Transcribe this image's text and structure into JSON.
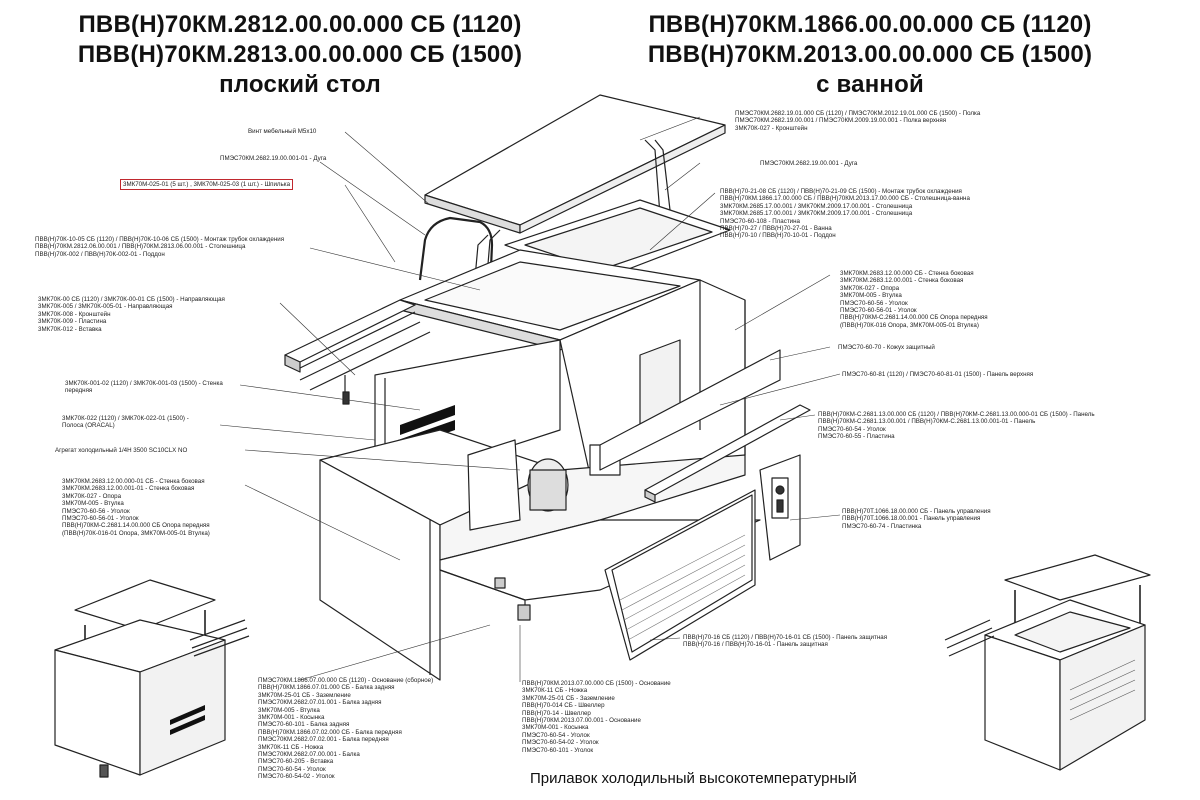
{
  "titles": {
    "left": [
      "ПВВ(Н)70КМ.2812.00.00.000 СБ (1120)",
      "ПВВ(Н)70КМ.2813.00.00.000 СБ (1500)",
      "плоский стол"
    ],
    "right": [
      "ПВВ(Н)70КМ.1866.00.00.000 СБ (1120)",
      "ПВВ(Н)70КМ.2013.00.00.000 СБ (1500)",
      "с ванной"
    ]
  },
  "caption": "Прилавок холодильный высокотемпературный",
  "labels": {
    "vint": [
      "Винт мебельный М5х10"
    ],
    "duga_left": [
      "ПМЭС70КМ.2682.19.00.001-01 - Дуга"
    ],
    "shpilka": [
      "3МК70М-025-01 (5 шт.) , 3МК70М-025-03 (1 шт.) - Шпилька"
    ],
    "montazh_left": [
      "ПВВ(Н)70К-10-05 СБ (1120) / ПВВ(Н)70К-10-06 СБ (1500) - Монтаж трубок охлаждения",
      "ПВВ(Н)70КМ.2812.06.00.001 / ПВВ(Н)70КМ.2813.06.00.001 - Столешница",
      "ПВВ(Н)70К-002 / ПВВ(Н)70К-002-01 - Поддон"
    ],
    "napravl": [
      "3МК70К-00 СБ (1120) / 3МК70К-00-01 СБ (1500) - Направляющая",
      "3МК70К-005 / 3МК70К-005-01 - Направляющая",
      "3МК70К-008 - Кронштейн",
      "3МК70К-009 - Пластина",
      "3МК70К-012 - Вставка"
    ],
    "stenka_perednyaya": [
      "3МК70К-001-02 (1120) / 3МК70К-001-03 (1500) - Стенка",
      "передняя"
    ],
    "polosa": [
      "3МК70К-022 (1120) / 3МК70К-022-01 (1500) -",
      "Полоса (ORACAL)"
    ],
    "agregat": [
      "Агрегат холодильный 1/4Н 3500 SC10CLX NO"
    ],
    "stenka_bok_left": [
      "3МК70КМ.2683.12.00.000-01 СБ - Стенка боковая",
      "3МК70КМ.2683.12.00.001-01 - Стенка боковая",
      "3МК70К-027 - Опора",
      "3МК70М-005 - Втулка",
      "ПМЭС70-60-56 - Уголок",
      "ПМЭС70-60-56-01 - Уголок",
      "ПВВ(Н)70КМ-С.2681.14.00.000 СБ Опора передняя",
      "(ПВВ(Н)70К-016-01 Опора, 3МК70М-005-01 Втулка)"
    ],
    "polka": [
      "ПМЭС70КМ.2682.19.01.000 СБ (1120) / ПМЭС70КМ.2012.19.01.000 СБ (1500) - Полка",
      "ПМЭС70КМ.2682.19.00.001 / ПМЭС70КМ.2009.19.00.001 - Полка верхняя",
      "3МК70К-027 - Кронштейн"
    ],
    "duga_right": [
      "ПМЭС70КМ.2682.19.00.001 - Дуга"
    ],
    "montazh_right": [
      "ПВВ(Н)70-21-08 СБ (1120) / ПВВ(Н)70-21-09 СБ (1500) - Монтаж трубок охлаждения",
      "ПВВ(Н)70КМ.1866.17.00.000 СБ / ПВВ(Н)70КМ.2013.17.00.000 СБ - Столешница-ванна",
      "3МК70КМ.2685.17.00.001 / 3МК70КМ.2009.17.00.001 - Столешница",
      "3МК70КМ.2685.17.00.001 / 3МК70КМ.2009.17.00.001 - Столешница",
      "ПМЭС70-60-108 - Пластина",
      "ПВВ(Н)70-27 / ПВВ(Н)70-27-01 - Ванна",
      "ПВВ(Н)70-10 / ПВВ(Н)70-10-01 - Поддон"
    ],
    "stenka_bok_right": [
      "3МК70КМ.2683.12.00.000 СБ - Стенка боковая",
      "3МК70КМ.2683.12.00.001 - Стенка боковая",
      "3МК70К-027 - Опора",
      "3МК70М-005 - Втулка",
      "ПМЭС70-60-56 - Уголок",
      "ПМЭС70-60-56-01 - Уголок",
      "ПВВ(Н)70КМ-С.2681.14.00.000 СБ Опора передняя",
      "(ПВВ(Н)70К-016 Опора, 3МК70М-005-01 Втулка)"
    ],
    "kozhuh": [
      "ПМЭС70-60-70 - Кожух защитный"
    ],
    "panel_verh": [
      "ПМЭС70-60-81 (1120) / ПМЭС70-60-81-01 (1500) - Панель верхняя"
    ],
    "panel_right": [
      "ПВВ(Н)70КМ-С.2681.13.00.000 СБ (1120) / ПВВ(Н)70КМ-С.2681.13.00.000-01 СБ (1500) - Панель",
      "ПВВ(Н)70КМ-С.2681.13.00.001 / ПВВ(Н)70КМ-С.2681.13.00.001-01 - Панель",
      "ПМЭС70-60-54 - Уголок",
      "ПМЭС70-60-55 - Пластина"
    ],
    "panel_upr": [
      "ПВВ(Н)70Т.1066.18.00.000 СБ - Панель управления",
      "ПВВ(Н)70Т.1066.18.00.001 - Панель управления",
      "ПМЭС70-60-74 - Пластинка"
    ],
    "panel_zasch": [
      "ПВВ(Н)70-16 СБ (1120) / ПВВ(Н)70-16-01 СБ (1500) - Панель защитная",
      "ПВВ(Н)70-16 / ПВВ(Н)70-16-01 - Панель защитная"
    ],
    "osnovanie_left": [
      "ПМЭС70КМ.1866.07.00.000 СБ (1120) - Основание (сборное)",
      "ПВВ(Н)70КМ.1866.07.01.000 СБ - Балка задняя",
      "3МК70М-25-01 СБ - Заземление",
      "ПМЭС70КМ.2682.07.01.001 - Балка задняя",
      "3МК70М-005 - Втулка",
      "3МК70М-001 - Косынка",
      "ПМЭС70-60-101 - Балка задняя",
      "ПВВ(Н)70КМ.1866.07.02.000 СБ - Балка передняя",
      "ПМЭС70КМ.2682.07.02.001 - Балка передняя",
      "3МК70К-11 СБ - Ножка",
      "ПМЭС70КМ.2682.07.00.001 - Балка",
      "ПМЭС70-60-205 - Вставка",
      "ПМЭС70-60-54 - Уголок",
      "ПМЭС70-60-54-02 - Уголок"
    ],
    "osnovanie_right": [
      "ПВВ(Н)70КМ.2013.07.00.000 СБ (1500) - Основание",
      "3МК70К-11 СБ - Ножка",
      "3МК70М-25-01 СБ - Заземление",
      "ПВВ(Н)70-014 СБ - Швеллер",
      "ПВВ(Н)70-14 - Швеллер",
      "ПВВ(Н)70КМ.2013.07.00.001 - Основание",
      "3МК70М-001 - Косынка",
      "ПМЭС70-60-54 - Уголок",
      "ПМЭС70-60-54-02 - Уголок",
      "ПМЭС70-60-101 - Уголок"
    ]
  }
}
